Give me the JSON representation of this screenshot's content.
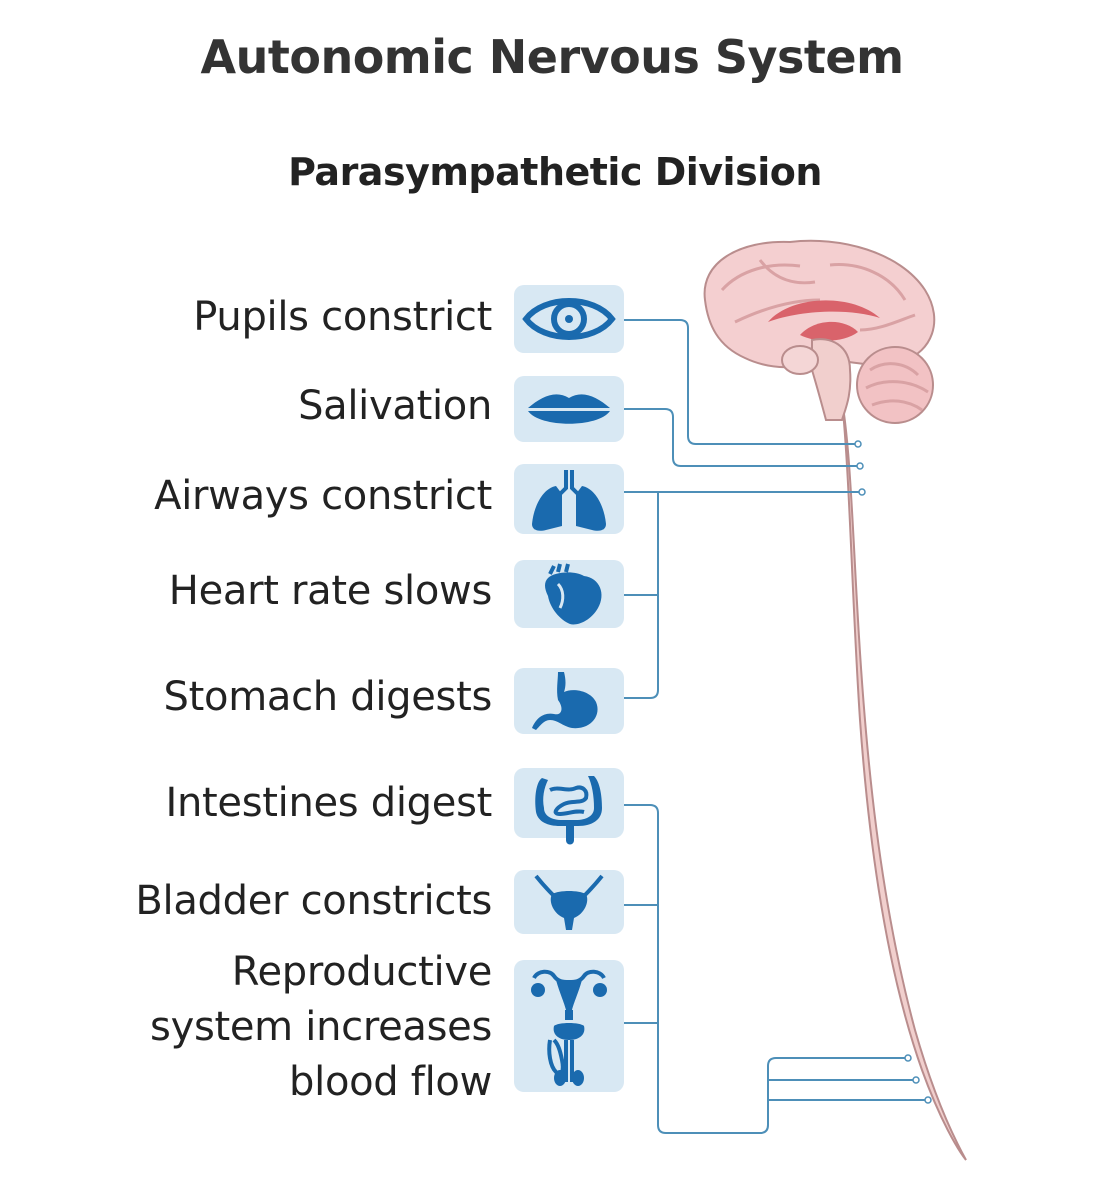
{
  "title": "Autonomic Nervous System",
  "subtitle": "Parasympathetic Division",
  "effects": {
    "pupils": {
      "label": "Pupils constrict",
      "icon": "eye-icon"
    },
    "salivation": {
      "label": "Salivation",
      "icon": "lips-icon"
    },
    "airways": {
      "label": "Airways constrict",
      "icon": "lungs-icon"
    },
    "heart": {
      "label": "Heart rate slows",
      "icon": "heart-icon"
    },
    "stomach": {
      "label": "Stomach digests",
      "icon": "stomach-icon"
    },
    "intestines": {
      "label": "Intestines digest",
      "icon": "intestines-icon"
    },
    "bladder": {
      "label": "Bladder constricts",
      "icon": "bladder-icon"
    },
    "reproductive": {
      "line1": "Reproductive",
      "line2": "system increases",
      "line3": "blood flow",
      "icon": "reproductive-organs-icon"
    }
  },
  "colors": {
    "icon_fill": "#1a6aae",
    "icon_box": "#d8e8f3",
    "connector": "#4d8fb8",
    "brain": "#f2c6c8",
    "spinal_cord": "#f1cfcd",
    "brainstem": "#d9636b"
  }
}
